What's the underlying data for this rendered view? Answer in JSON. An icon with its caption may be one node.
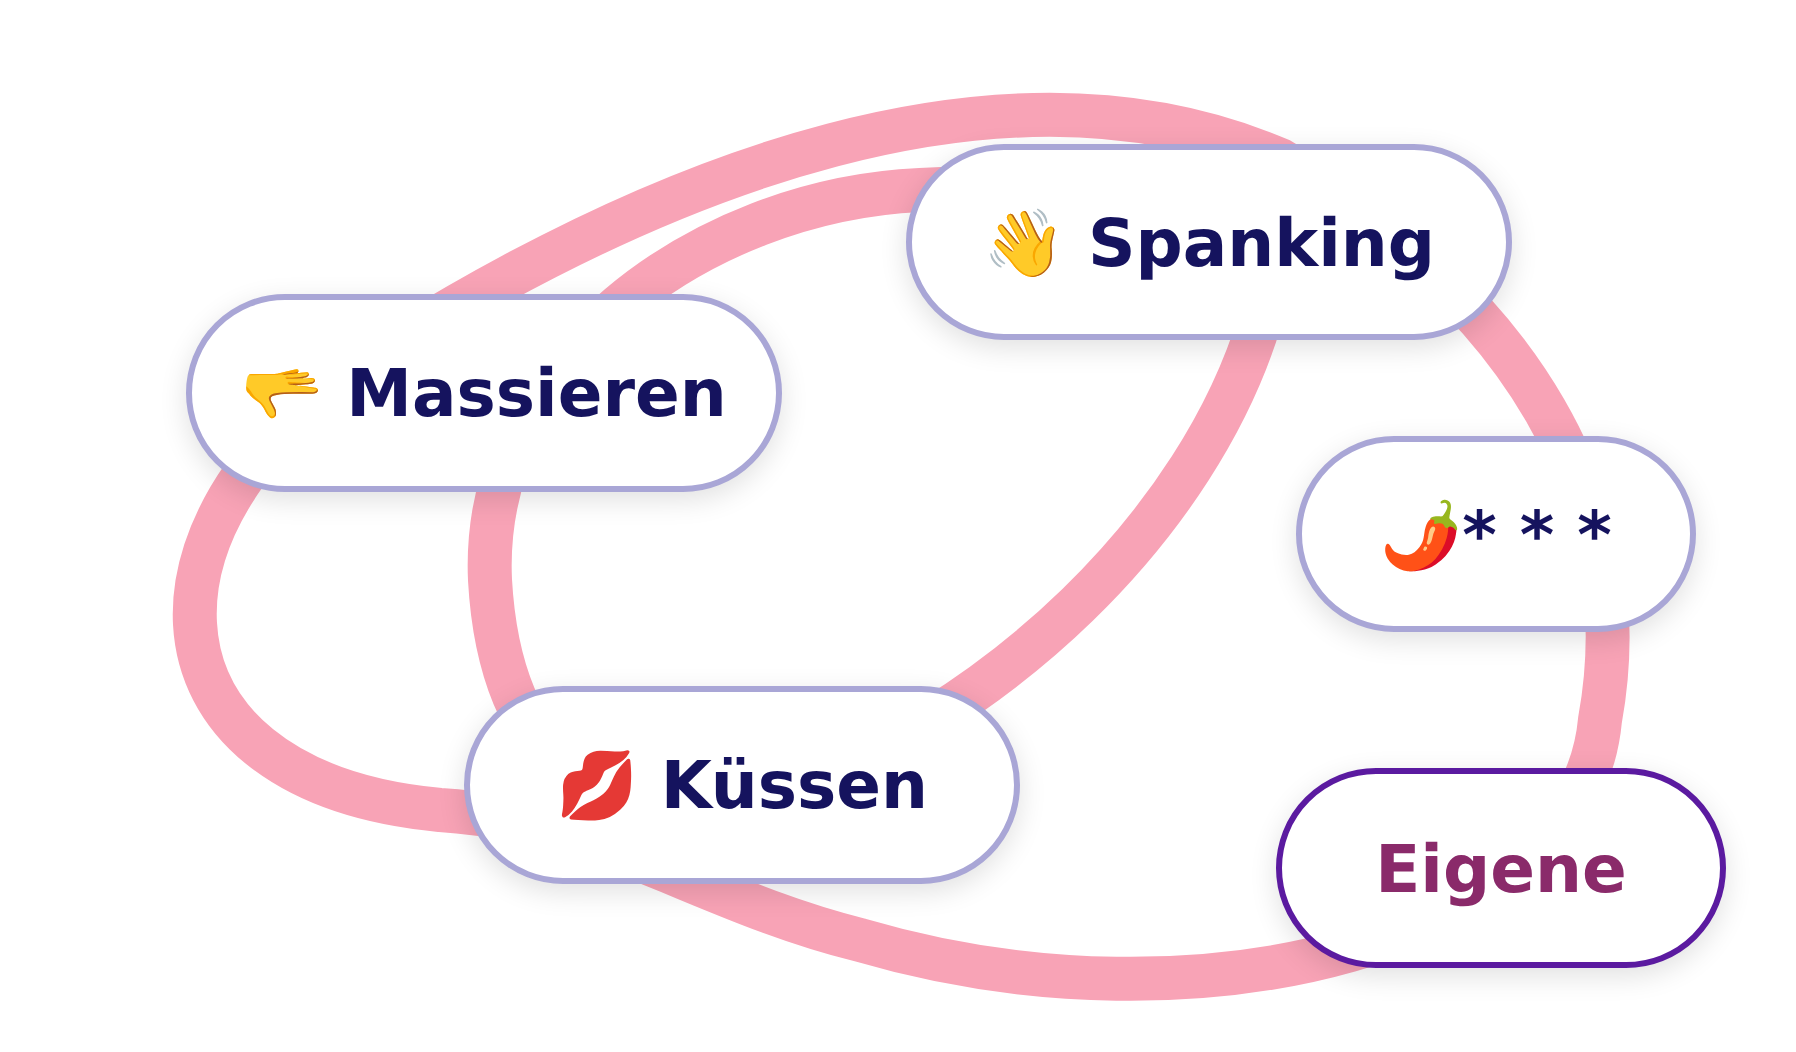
{
  "diagram": {
    "nodes": [
      {
        "text": [
          "🫳 Massieren"
        ]
      },
      {
        "text": [
          "👋 Spanking"
        ]
      },
      {
        "text": [
          "🌶️* * *"
        ]
      },
      {
        "text": [
          "💋 Küssen"
        ]
      },
      {
        "text": [
          "Eigene"
        ]
      }
    ]
  }
}
